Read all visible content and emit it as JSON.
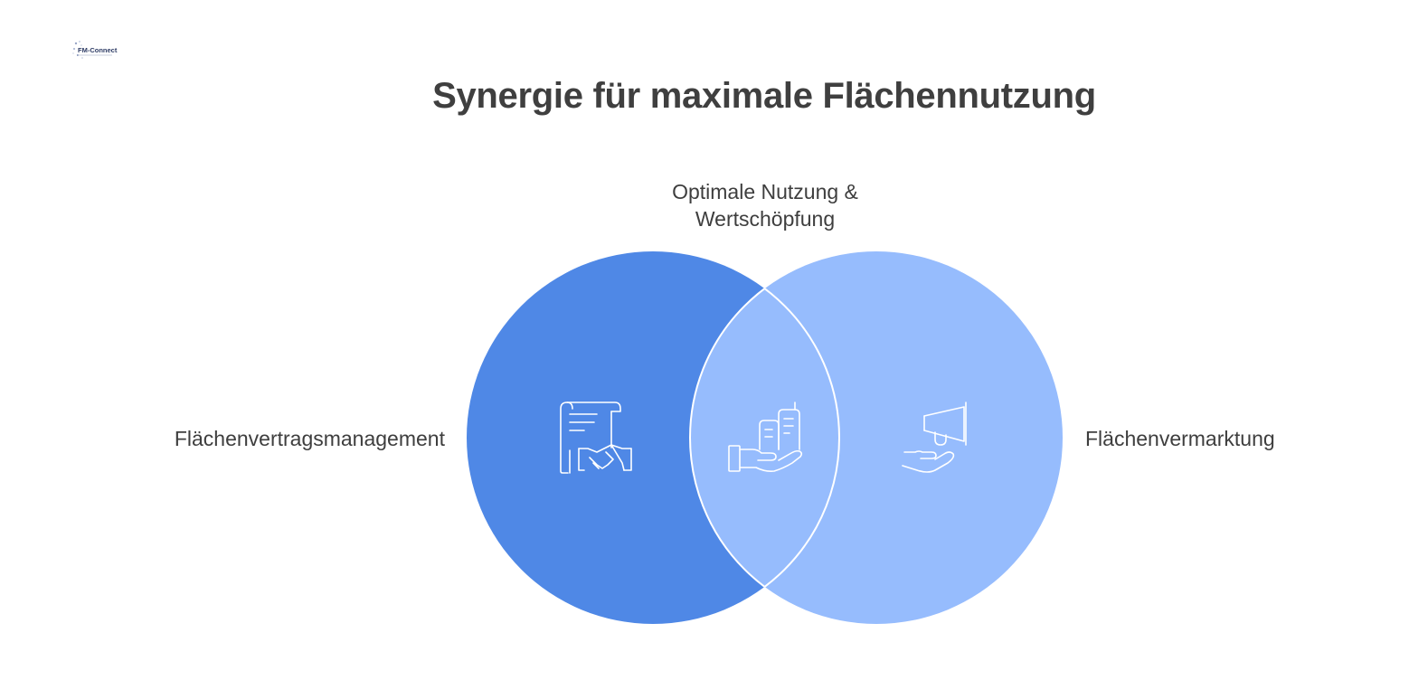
{
  "title": "Synergie für maximale Flächennutzung",
  "logo_text": "FM-Connect.com",
  "sets": {
    "left": {
      "label": "Flächenvertragsmanagement",
      "icon": "contract-handshake-icon",
      "color": "#4f88e6"
    },
    "right": {
      "label": "Flächenvermarktung",
      "icon": "megaphone-hand-icon",
      "color": "#96bcfd"
    },
    "intersection": {
      "label_line1": "Optimale Nutzung &",
      "label_line2": "Wertschöpfung",
      "icon": "buildings-hand-icon",
      "color": "#96bcfd"
    }
  },
  "colors": {
    "title": "#3f3f3f",
    "text": "#3e3e3e",
    "icon_stroke": "#ffffff",
    "outline": "#ffffff"
  }
}
